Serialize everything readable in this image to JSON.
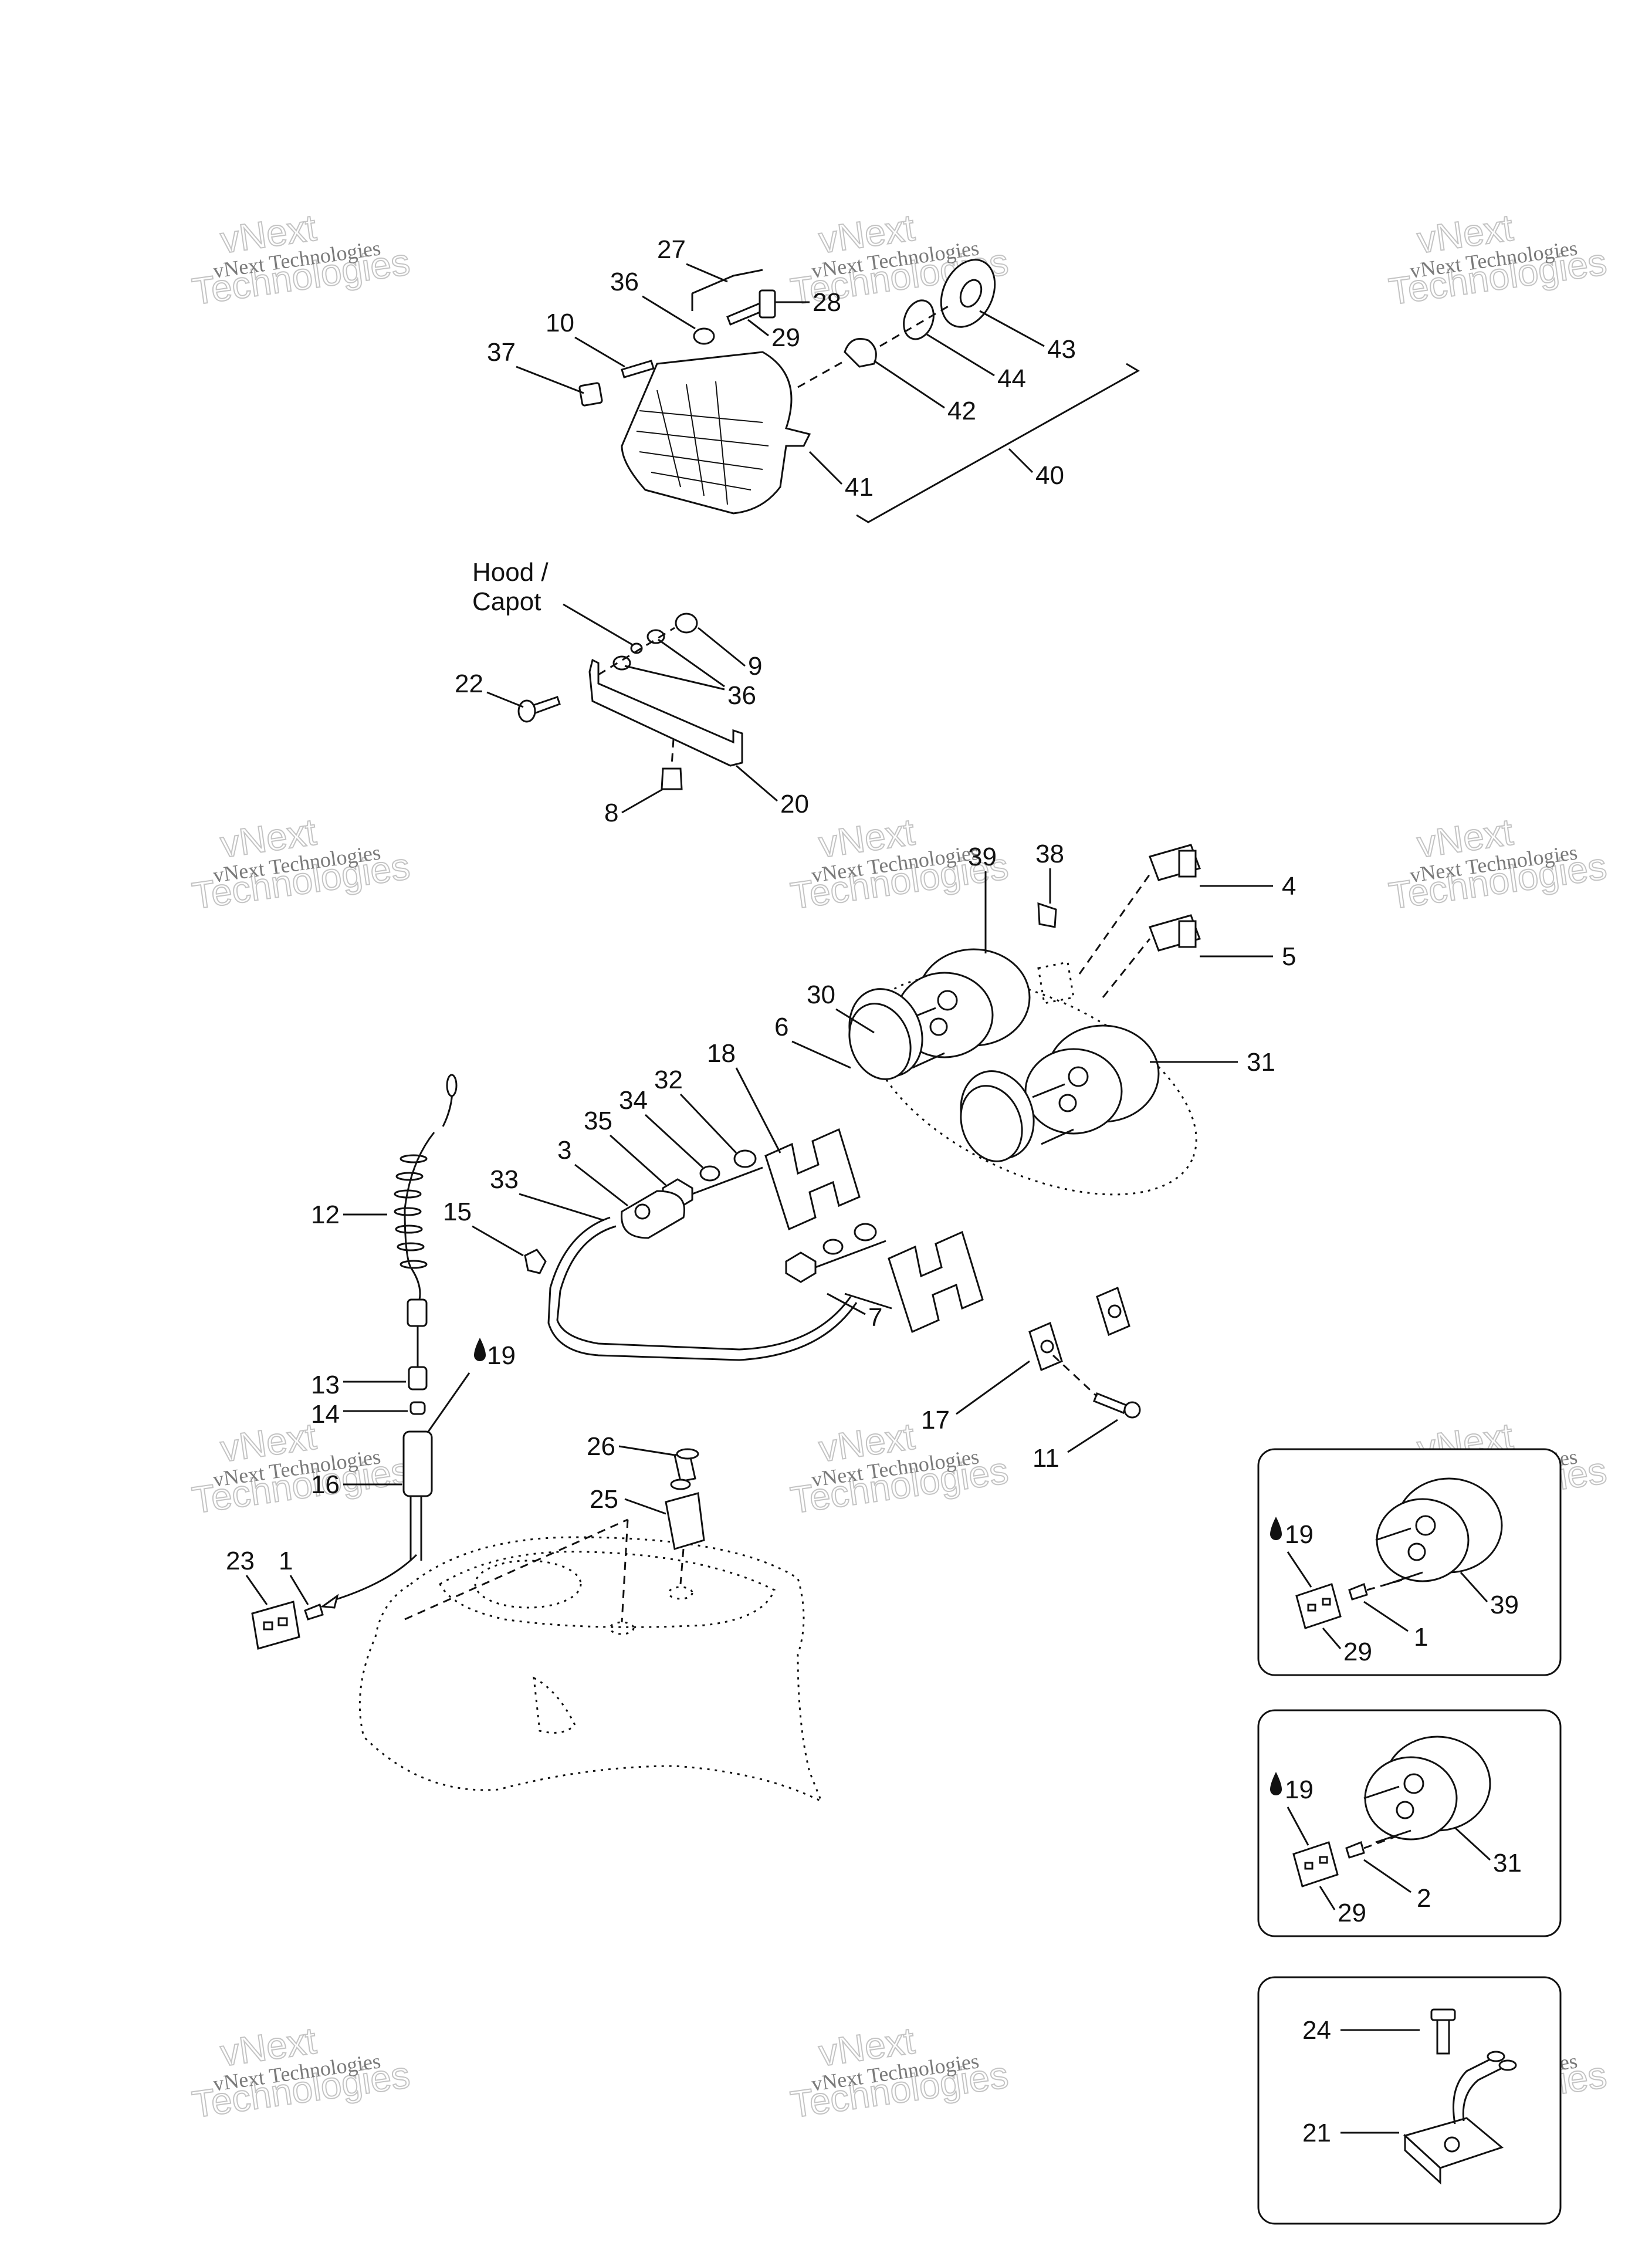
{
  "diagram": {
    "hood_note": [
      "Hood /",
      "Capot"
    ],
    "grease_symbol": "grease-drop-icon",
    "callouts": {
      "p27": "27",
      "p28": "28",
      "p29a": "29",
      "p36a": "36",
      "p10": "10",
      "p37": "37",
      "p43": "43",
      "p44": "44",
      "p42": "42",
      "p41": "41",
      "p40": "40",
      "p9": "9",
      "p36b": "36",
      "p22": "22",
      "p20": "20",
      "p8": "8",
      "p39": "39",
      "p38": "38",
      "p4": "4",
      "p5": "5",
      "p30": "30",
      "p6": "6",
      "p31": "31",
      "p18": "18",
      "p32": "32",
      "p34": "34",
      "p35": "35",
      "p3": "3",
      "p33": "33",
      "p15": "15",
      "p12": "12",
      "p7": "7",
      "p13": "13",
      "p14": "14",
      "p19": "19",
      "p16": "16",
      "p26": "26",
      "p25": "25",
      "p23": "23",
      "p1": "1",
      "p17": "17",
      "p11": "11"
    },
    "inset_a": {
      "grease_ref": "19",
      "connector": "29",
      "terminal": "1",
      "gauge": "39"
    },
    "inset_b": {
      "grease_ref": "19",
      "connector": "29",
      "terminal": "2",
      "gauge": "31"
    },
    "inset_c": {
      "screw": "24",
      "module": "21"
    }
  },
  "watermark": {
    "line1": "vNext Technologies",
    "line2a": "vNext",
    "line2b": "Technologies"
  }
}
